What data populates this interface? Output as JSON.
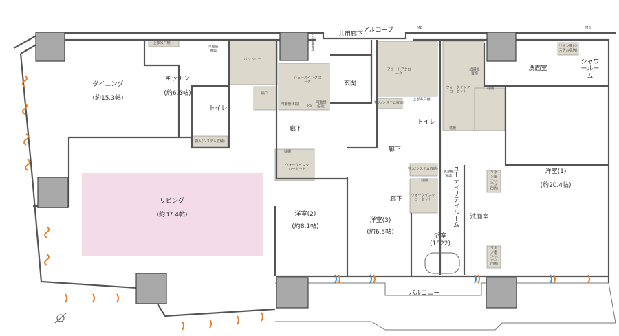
{
  "colors": {
    "wall": "#555555",
    "storage": "#ddd8cc",
    "column": "#a9a9a9",
    "living_highlight": "#f3dce7",
    "window_mark_orange": "#e8822a",
    "window_mark_blue": "#3a8fd0"
  },
  "labels": {
    "common_corridor": "共用廊下",
    "alcove": "アルコーブ",
    "mb1": "MB",
    "mb2": "MB",
    "dining": "ダイニング",
    "dining_size": "(約15.3帖)",
    "kitchen": "キッチン",
    "kitchen_size": "(約6.6帖)",
    "upper_cabinet": "上部吊戸棚",
    "fridge": "冷蔵庫置場",
    "pantry": "パントリー",
    "disaster_storage": "防災備蓄庫",
    "shoes_cloak": "シューズインクローク",
    "entrance": "玄関",
    "storage_room": "納戸",
    "shelf1": "可動棚(5段)",
    "ps": "PS",
    "shelf2": "可動棚(5段)",
    "toilet1": "トイレ",
    "closet1": "物入(システム収納)",
    "corridor1": "廊下",
    "outdoor_cloak": "アウトドアクローク",
    "closet2": "物入(システム収納)",
    "upper_cabinet2": "上部吊戸棚",
    "toilet2": "トイレ",
    "wic1": "ウォークインクローゼット",
    "water_heater": "給湯機置場",
    "pillow_shelf1": "枕棚",
    "pillow_shelf1b": "枕棚",
    "washroom1": "洗面室",
    "linen1": "リネン庫(システム収納)",
    "shower": "シャワールーム",
    "corridor2": "廊下",
    "corridor3": "廊下",
    "pillow_shelf2": "枕棚",
    "wic2": "ウォークインクローゼット",
    "closet3": "物入(システム収納)",
    "pillow_shelf3": "枕棚",
    "wic3": "ウォークインクローゼット",
    "washer": "洗濯機置場",
    "utility": "ユーティリティルーム",
    "washroom2": "洗面室",
    "linen2": "リネン庫(システム収納)",
    "linen3": "リネン庫(システム収納)",
    "living": "リビング",
    "living_size": "(約37.4帖)",
    "western2": "洋室(2)",
    "western2_size": "(約8.1帖)",
    "western3": "洋室(3)",
    "western3_size": "(約6.5帖)",
    "bath": "浴室",
    "bath_size": "(1822)",
    "western1": "洋室(1)",
    "western1_size": "(約20.4帖)",
    "balcony": "バルコニー"
  }
}
